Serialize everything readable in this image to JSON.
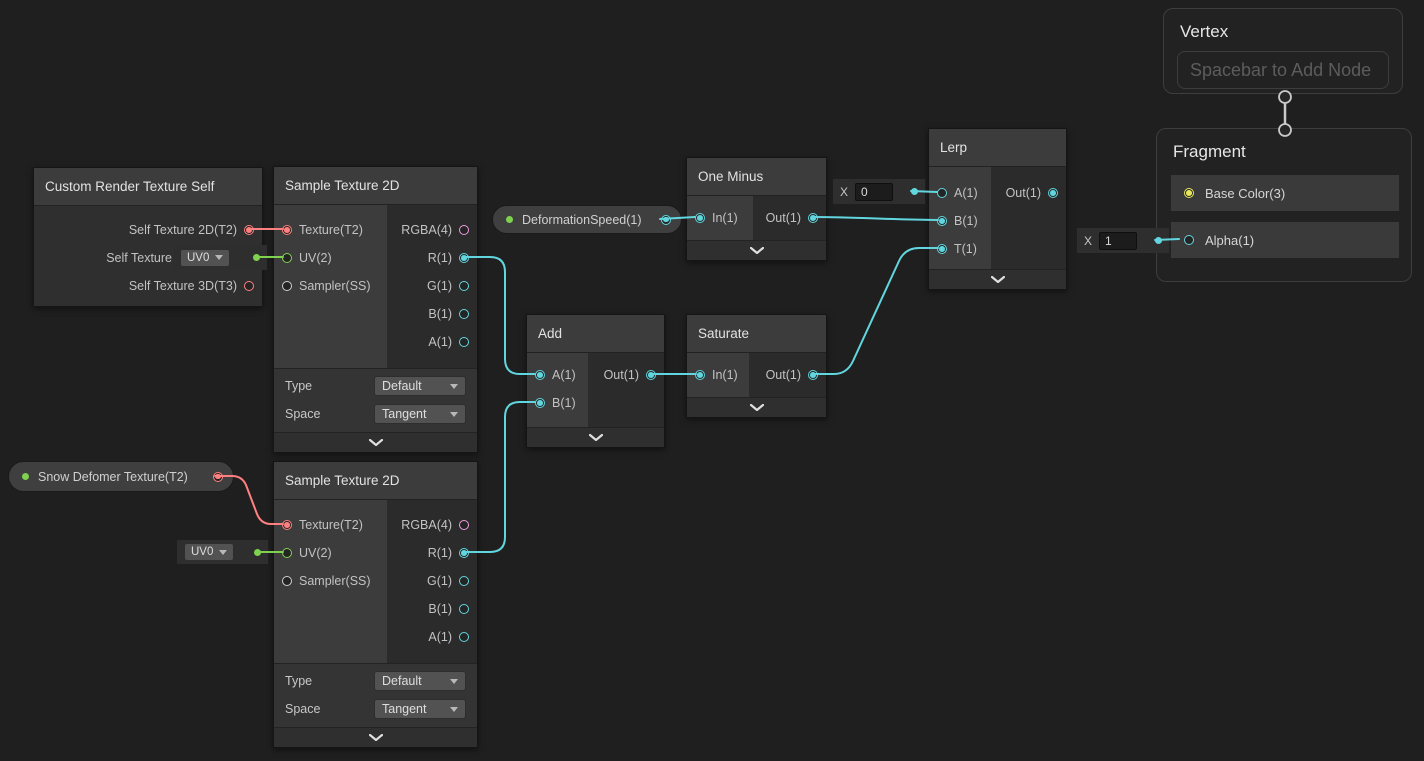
{
  "graph": {
    "vertex": {
      "title": "Vertex",
      "placeholder": "Spacebar to Add Node"
    },
    "fragment": {
      "title": "Fragment",
      "base_color": "Base Color(3)",
      "alpha": "Alpha(1)"
    },
    "crts": {
      "title": "Custom Render Texture Self",
      "out_2d": "Self Texture 2D(T2)",
      "out_cube": "Self Texture",
      "out_3d": "Self Texture 3D(T3)"
    },
    "sample_a": {
      "title": "Sample Texture 2D",
      "in_texture": "Texture(T2)",
      "in_uv": "UV(2)",
      "in_sampler": "Sampler(SS)",
      "out_rgba": "RGBA(4)",
      "out_r": "R(1)",
      "out_g": "G(1)",
      "out_b": "B(1)",
      "out_a": "A(1)",
      "type_label": "Type",
      "type_value": "Default",
      "space_label": "Space",
      "space_value": "Tangent"
    },
    "sample_b": {
      "title": "Sample Texture 2D",
      "in_texture": "Texture(T2)",
      "in_uv": "UV(2)",
      "in_sampler": "Sampler(SS)",
      "out_rgba": "RGBA(4)",
      "out_r": "R(1)",
      "out_g": "G(1)",
      "out_b": "B(1)",
      "out_a": "A(1)",
      "type_label": "Type",
      "type_value": "Default",
      "space_label": "Space",
      "space_value": "Tangent"
    },
    "deformation_speed": {
      "label": "DeformationSpeed(1)"
    },
    "snow_deformer": {
      "label": "Snow Defomer Texture(T2)"
    },
    "one_minus": {
      "title": "One Minus",
      "in": "In(1)",
      "out": "Out(1)"
    },
    "add": {
      "title": "Add",
      "in_a": "A(1)",
      "in_b": "B(1)",
      "out": "Out(1)"
    },
    "saturate": {
      "title": "Saturate",
      "in": "In(1)",
      "out": "Out(1)"
    },
    "lerp": {
      "title": "Lerp",
      "in_a": "A(1)",
      "in_b": "B(1)",
      "in_t": "T(1)",
      "out": "Out(1)"
    },
    "uv_widget_a": {
      "value": "UV0"
    },
    "uv_widget_b": {
      "value": "UV0"
    },
    "x_widget_lerp_a": {
      "label": "X",
      "value": "0"
    },
    "x_widget_alpha": {
      "label": "X",
      "value": "1"
    }
  },
  "colors": {
    "wire_cyan": "#62d6de",
    "wire_green": "#7fd150",
    "wire_red": "#ff8080",
    "wire_yellow": "#e9e95f",
    "port_pink": "#f19add",
    "port_gray": "#d0d0d0",
    "canvas_bg": "#1f1f1f"
  }
}
